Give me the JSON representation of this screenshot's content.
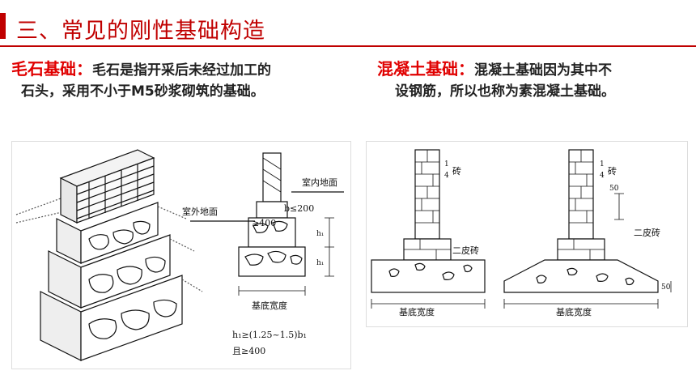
{
  "header": {
    "title": "三、常见的刚性基础构造"
  },
  "rubble": {
    "keyword": "毛石基础：",
    "line1": "毛石是指开采后未经过加工的",
    "line2": "石头，采用不小于M5砂浆砌筑的基础。"
  },
  "concrete": {
    "keyword": "混凝土基础：",
    "line1": "混凝土基础因为其中不",
    "line2": "设钢筋，所以也称为素混凝土基础。"
  },
  "fig_left": {
    "indoor_ground": "室内地面",
    "outdoor_ground": "室外地面",
    "dim_b": "b≤200",
    "dim_400": "≥400",
    "h1_top": "h₁",
    "h1_bottom": "h₁",
    "base_width": "基底宽度",
    "formula_1": "h₁≥(1.25~1.5)b₁",
    "formula_2": "且≥400"
  },
  "fig_right": {
    "quarter_brick_1": "砖",
    "fraction_num_1": "1",
    "fraction_den_1": "4",
    "quarter_brick_2": "砖",
    "fraction_num_2": "1",
    "fraction_den_2": "4",
    "dim_50_top": "50",
    "double_brick_1": "二皮砖",
    "double_brick_2": "二皮砖",
    "dim_50_bottom": "50",
    "base_width_1": "基底宽度",
    "base_width_2": "基底宽度"
  },
  "colors": {
    "accent": "#c00000",
    "keyword": "#e00000"
  }
}
